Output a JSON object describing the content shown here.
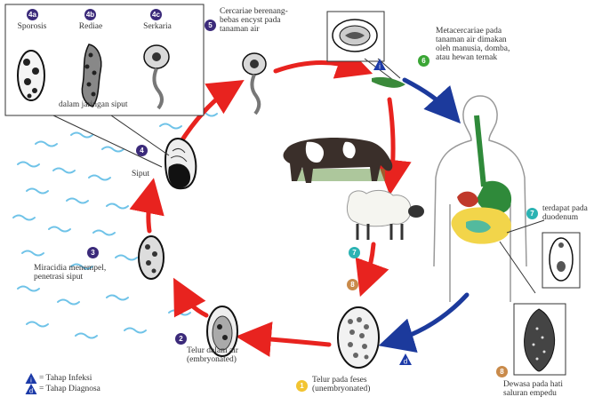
{
  "stages": {
    "s4a": {
      "num": "4a",
      "label": "Sporosis"
    },
    "s4b": {
      "num": "4b",
      "label": "Rediae"
    },
    "s4c": {
      "num": "4c",
      "label": "Serkaria"
    },
    "snail_box_caption": "dalam jaringan siput",
    "s5": {
      "num": "5",
      "label_lines": [
        "Cercariae berenang-",
        "bebas encyst pada",
        "tanaman air"
      ]
    },
    "s6": {
      "num": "6",
      "label_lines": [
        "Metacercariae pada",
        "tanaman air dimakan",
        "oleh manusia, domba,",
        "atau hewan ternak"
      ]
    },
    "s4": {
      "num": "4",
      "label": "Siput"
    },
    "s3": {
      "num": "3",
      "label_lines": [
        "Miracidia menempel,",
        "penetrasi siput"
      ]
    },
    "s2": {
      "num": "2",
      "label_lines": [
        "Telur dalam air",
        "(embryonated)"
      ]
    },
    "s1": {
      "num": "1",
      "label_lines": [
        "Telur pada feses",
        "(unembryonated)"
      ]
    },
    "s7a": {
      "num": "7",
      "label_lines": [
        "terdapat pada",
        "duodenum"
      ]
    },
    "s7b": {
      "num": "7"
    },
    "s8a": {
      "num": "8"
    },
    "s8b": {
      "num": "8",
      "label_lines": [
        "Dewasa pada hati",
        "saluran empedu"
      ]
    },
    "infective_marker": "i",
    "diagnostic_marker": "d"
  },
  "legend": {
    "infective": {
      "symbol": "i",
      "text": "= Tahap Infeksi"
    },
    "diagnostic": {
      "symbol": "d",
      "text": "= Tahap Diagnosa"
    }
  },
  "colors": {
    "purple": "#3b2a7a",
    "green": "#3aa635",
    "teal": "#2bb3b3",
    "orange": "#c98a4a",
    "yellow": "#f2c431",
    "red_arrow": "#e8231f",
    "blue_arrow": "#1c3a9c",
    "triangle": "#1c3aa8",
    "water": "#6fc3e8"
  },
  "icons": [
    "snail-icon",
    "sheep-icon",
    "cow-icon",
    "human-body-icon",
    "egg-icon",
    "cercaria-icon",
    "miracidium-icon",
    "fluke-icon"
  ]
}
